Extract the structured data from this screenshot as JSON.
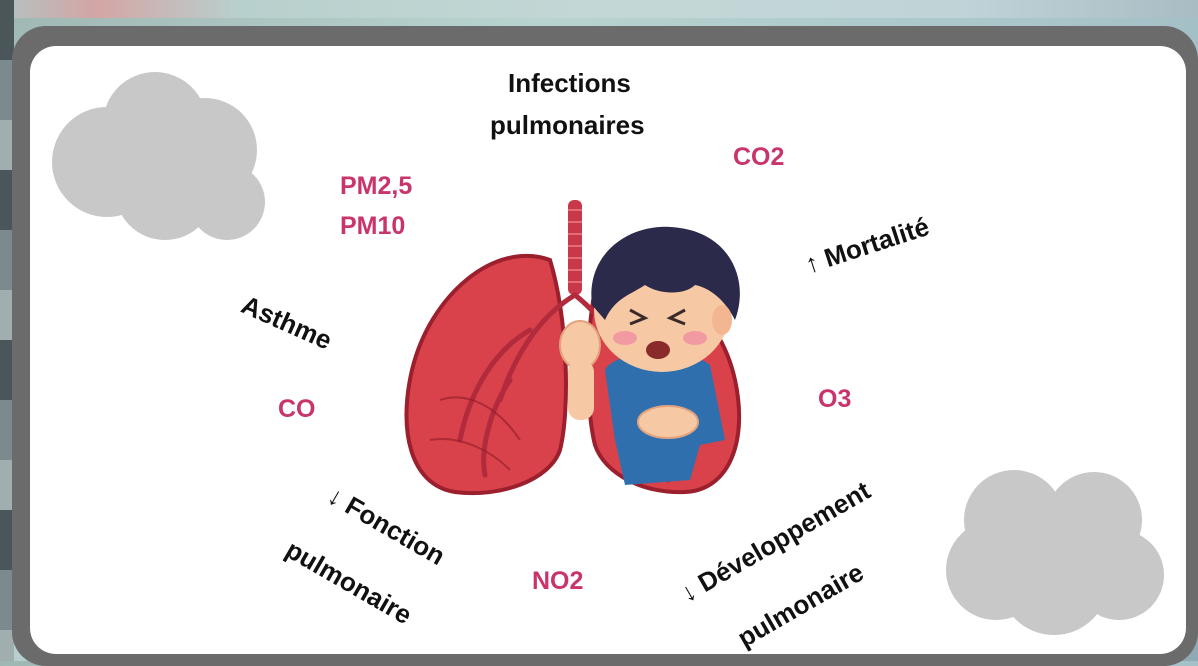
{
  "labels": {
    "infections_line1": "Infections",
    "infections_line2": "pulmonaires",
    "co2": "CO2",
    "pm25": "PM2,5",
    "pm10": "PM10",
    "mortalite": "↑ Mortalité",
    "asthme": "Asthme",
    "co": "CO",
    "o3": "O3",
    "fonction_line1": "↓ Fonction",
    "fonction_line2": "pulmonaire",
    "no2": "NO2",
    "developpement_line1": "↓ Développement",
    "developpement_line2": "pulmonaire"
  },
  "colors": {
    "pollutant": "#c8346b",
    "effect": "#111111",
    "frame": "#6b6b6b",
    "cloud": "#c8c8c8",
    "lung": "#d9424a"
  },
  "icons": [
    "cloud-icon",
    "lungs-illustration",
    "coughing-child-illustration"
  ]
}
